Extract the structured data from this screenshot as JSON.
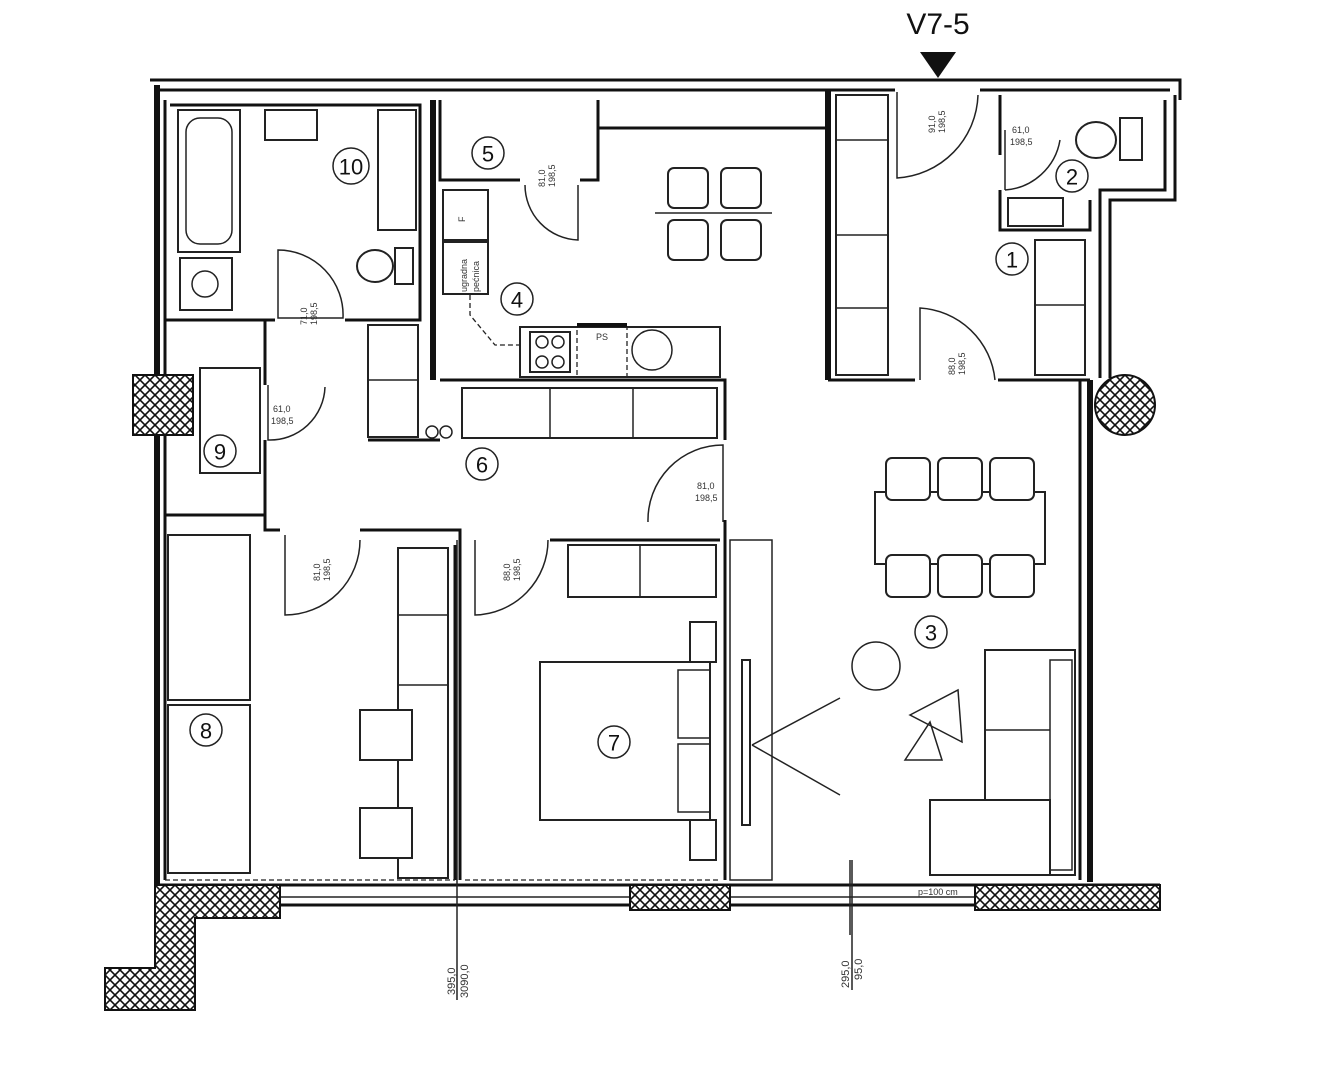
{
  "plan": {
    "unit_label": "V7-5",
    "rooms": [
      {
        "number": "1"
      },
      {
        "number": "2"
      },
      {
        "number": "3"
      },
      {
        "number": "4"
      },
      {
        "number": "5"
      },
      {
        "number": "6"
      },
      {
        "number": "7"
      },
      {
        "number": "8"
      },
      {
        "number": "9"
      },
      {
        "number": "10"
      }
    ],
    "doors": [
      {
        "width": "91,0",
        "height": "198,5"
      },
      {
        "width": "61,0",
        "height": "198,5"
      },
      {
        "width": "88,0",
        "height": "198,5"
      },
      {
        "width": "81,0",
        "height": "198,5"
      },
      {
        "width": "71,0",
        "height": "198,5"
      },
      {
        "width": "61,0",
        "height": "198,5"
      },
      {
        "width": "81,0",
        "height": "198,5"
      },
      {
        "width": "81,0",
        "height": "198,5"
      },
      {
        "width": "88,0",
        "height": "198,5"
      }
    ],
    "kitchen_labels": {
      "fridge": "F",
      "builtin_fridge": "ugradna",
      "builtin_fridge_2": "pećnica",
      "ps": "PS"
    },
    "parapet_note": "p=100 cm",
    "dimensions": [
      {
        "a": "395,0",
        "b": "3090,0"
      },
      {
        "a": "295,0",
        "b": "95,0"
      }
    ]
  }
}
